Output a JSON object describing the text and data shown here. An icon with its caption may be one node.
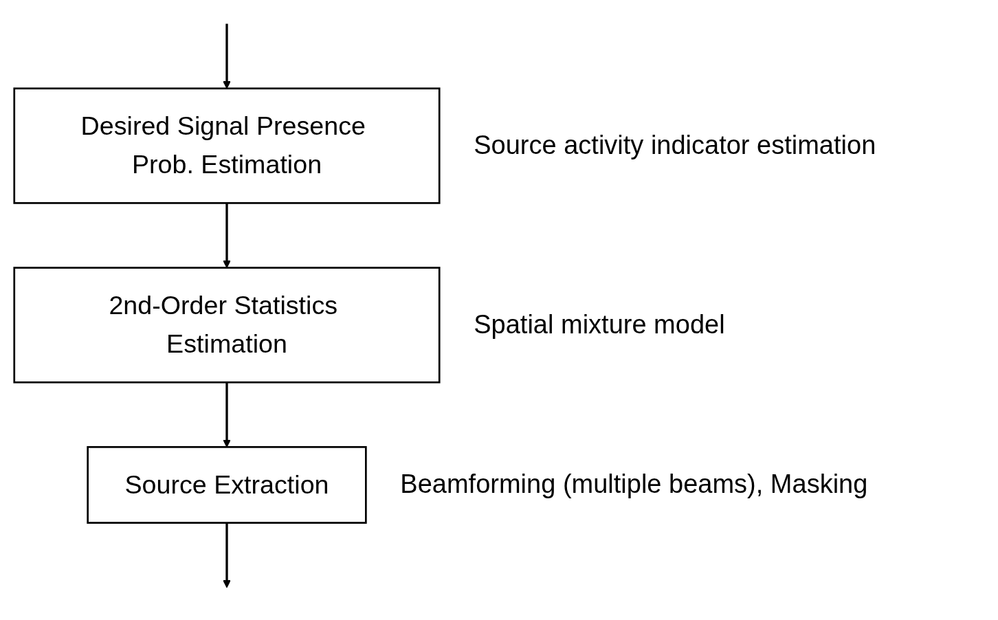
{
  "diagram": {
    "nodes": [
      {
        "text": [
          "Desired Signal Presence Prob. Estimation"
        ],
        "beside": [
          "Source activity indicator estimation"
        ]
      },
      {
        "text": [
          "2nd-Order Statistics Estimation"
        ],
        "beside": [
          "Spatial mixture model"
        ]
      },
      {
        "text": [
          "Source Extraction"
        ],
        "beside": [
          "Beamforming (multiple beams), Masking"
        ]
      }
    ],
    "edges": [
      {
        "from": null,
        "to": 0,
        "arrow": "to"
      },
      {
        "from": 0,
        "to": 1,
        "arrow": "to"
      },
      {
        "from": 1,
        "to": 2,
        "arrow": "to"
      },
      {
        "from": 2,
        "to": null,
        "arrow": "to"
      }
    ]
  }
}
